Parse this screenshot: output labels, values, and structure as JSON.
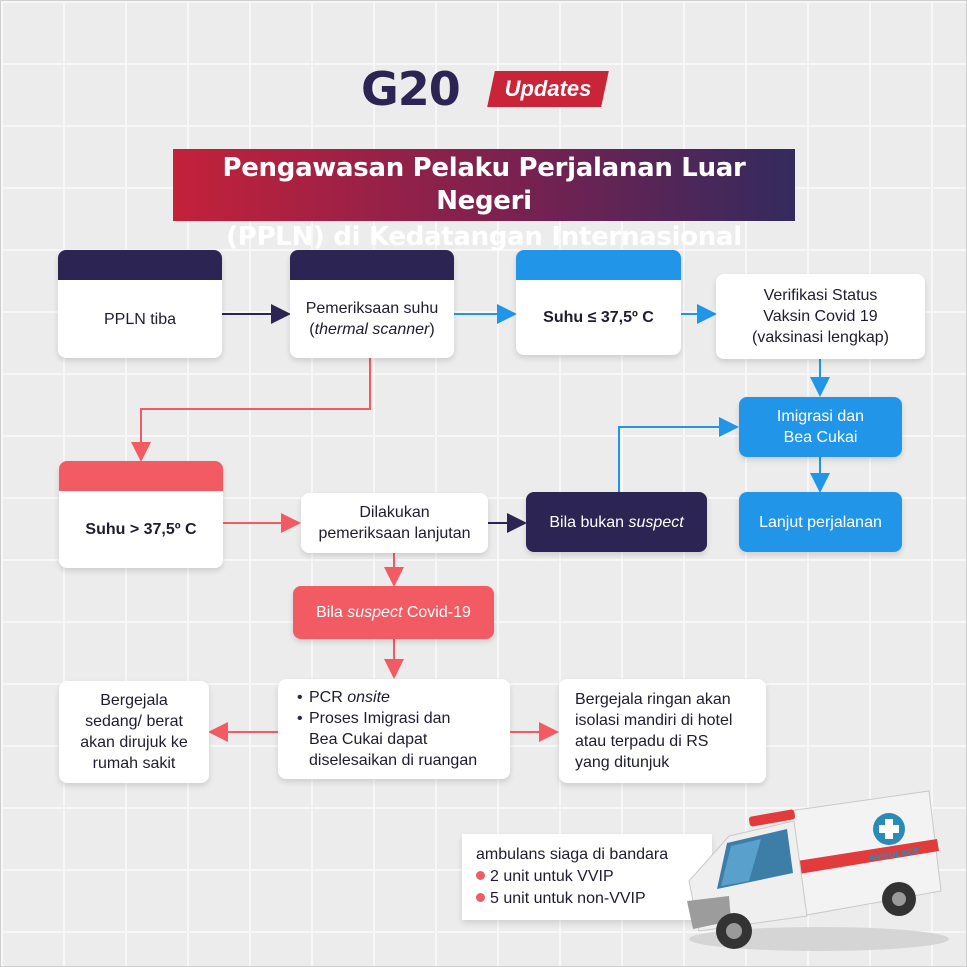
{
  "logo": {
    "g20": "G20",
    "badge": "Updates"
  },
  "title": {
    "line1": "Pengawasan Pelaku Perjalanan Luar Negeri",
    "line2": "(PPLN) di Kedatangan Internasional"
  },
  "nodes": {
    "ppln_tiba": "PPLN tiba",
    "pemeriksaan_suhu": "Pemeriksaan suhu",
    "thermal_scanner": "thermal scanner",
    "suhu_low": "Suhu ≤ 37,5º C",
    "verifikasi_1": "Verifikasi Status",
    "verifikasi_2": "Vaksin Covid 19",
    "verifikasi_3": "(vaksinasi lengkap)",
    "imigrasi_1": "Imigrasi dan",
    "imigrasi_2": "Bea Cukai",
    "lanjut": "Lanjut perjalanan",
    "suhu_high": "Suhu > 37,5º C",
    "lanjutan_1": "Dilakukan",
    "lanjutan_2": "pemeriksaan lanjutan",
    "bukan_suspect_pre": "Bila bukan ",
    "bukan_suspect_em": "suspect",
    "suspect_pre": "Bila ",
    "suspect_em": "suspect",
    "suspect_post": " Covid-19",
    "pcr_pre": "PCR ",
    "pcr_em": "onsite",
    "proses_1": "Proses Imigrasi dan",
    "proses_2": "Bea Cukai dapat",
    "proses_3": "diselesaikan di ruangan",
    "berat_1": "Bergejala",
    "berat_2": "sedang/ berat",
    "berat_3": "akan dirujuk ke",
    "berat_4": "rumah sakit",
    "ringan_1": "Bergejala ringan akan",
    "ringan_2": "isolasi mandiri di hotel",
    "ringan_3": "atau terpadu di RS",
    "ringan_4": "yang ditunjuk"
  },
  "ambulance": {
    "heading": "ambulans siaga di bandara",
    "items": [
      "2 unit untuk VVIP",
      "5 unit untuk non-VVIP"
    ],
    "vehicle_label": "AMBULACE"
  },
  "colors": {
    "navy": "#2c2452",
    "blue": "#2196e8",
    "red": "#f25b63",
    "crimson": "#c92437"
  }
}
